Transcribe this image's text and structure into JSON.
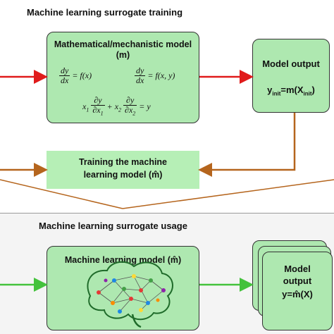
{
  "training": {
    "title": "Machine learning surrogate training",
    "math_model": {
      "title_line1": "Mathematical/mechanistic model",
      "title_line2": "(m)",
      "eq1_num": "dy",
      "eq1_den": "dx",
      "eq1_rhs": "= f(x)",
      "eq2_num": "dy",
      "eq2_den": "dx",
      "eq2_rhs": "= f(x, y)",
      "eq3_x1": "x",
      "eq3_x1_sub": "1",
      "eq3_num": "∂y",
      "eq3_den1": "∂x",
      "eq3_den1_sub": "1",
      "eq3_plus": "+ x",
      "eq3_x2_sub": "2",
      "eq3_num2": "∂y",
      "eq3_den2": "∂x",
      "eq3_den2_sub": "2",
      "eq3_rhs": "= y"
    },
    "output": {
      "title": "Model output",
      "formula_y": "y",
      "formula_y_sub": "init",
      "formula_eq": "=m(X",
      "formula_x_sub": "init",
      "formula_close": ")"
    },
    "train_box": {
      "line1": "Training the machine",
      "line2": "learning model (m̂)"
    }
  },
  "usage": {
    "title": "Machine learning surrogate usage",
    "ml_model": {
      "title": "Machine learning model (m̂)"
    },
    "output": {
      "line1": "Model",
      "line2": "output",
      "line3": "y=m̂(X)"
    }
  },
  "colors": {
    "red_arrow": "#e01b1b",
    "brown_arrow": "#b5651d",
    "green_arrow": "#44c23c",
    "box_fill": "#aee8b0"
  }
}
